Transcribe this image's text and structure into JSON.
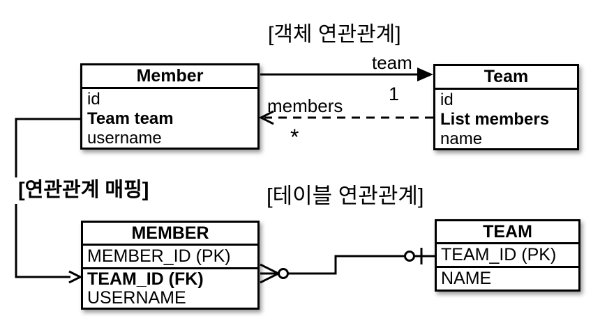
{
  "page": {
    "background": "#ffffff",
    "line_color": "#000000"
  },
  "labels": {
    "object_relation": "[객체 연관관계]",
    "mapping": "[연관관계 매핑]",
    "table_relation": "[테이블 연관관계]"
  },
  "object_diagram": {
    "member_class": {
      "title": "Member",
      "fields": [
        {
          "text": "id",
          "bold": false
        },
        {
          "text": "Team team",
          "bold": true
        },
        {
          "text": "username",
          "bold": false
        }
      ]
    },
    "team_class": {
      "title": "Team",
      "fields": [
        {
          "text": "id",
          "bold": false
        },
        {
          "text": "List members",
          "bold": true
        },
        {
          "text": "name",
          "bold": false
        }
      ]
    },
    "team_arrow": {
      "label": "team",
      "multiplicity": "1"
    },
    "members_arrow": {
      "label": "members",
      "multiplicity": "*"
    }
  },
  "table_diagram": {
    "member_table": {
      "title": "MEMBER",
      "pk_row": "MEMBER_ID (PK)",
      "rows": [
        {
          "text": "TEAM_ID (FK)",
          "bold": true
        },
        {
          "text": "USERNAME",
          "bold": false
        }
      ]
    },
    "team_table": {
      "title": "TEAM",
      "pk_row": "TEAM_ID (PK)",
      "rows": [
        {
          "text": "NAME",
          "bold": false
        }
      ]
    }
  }
}
